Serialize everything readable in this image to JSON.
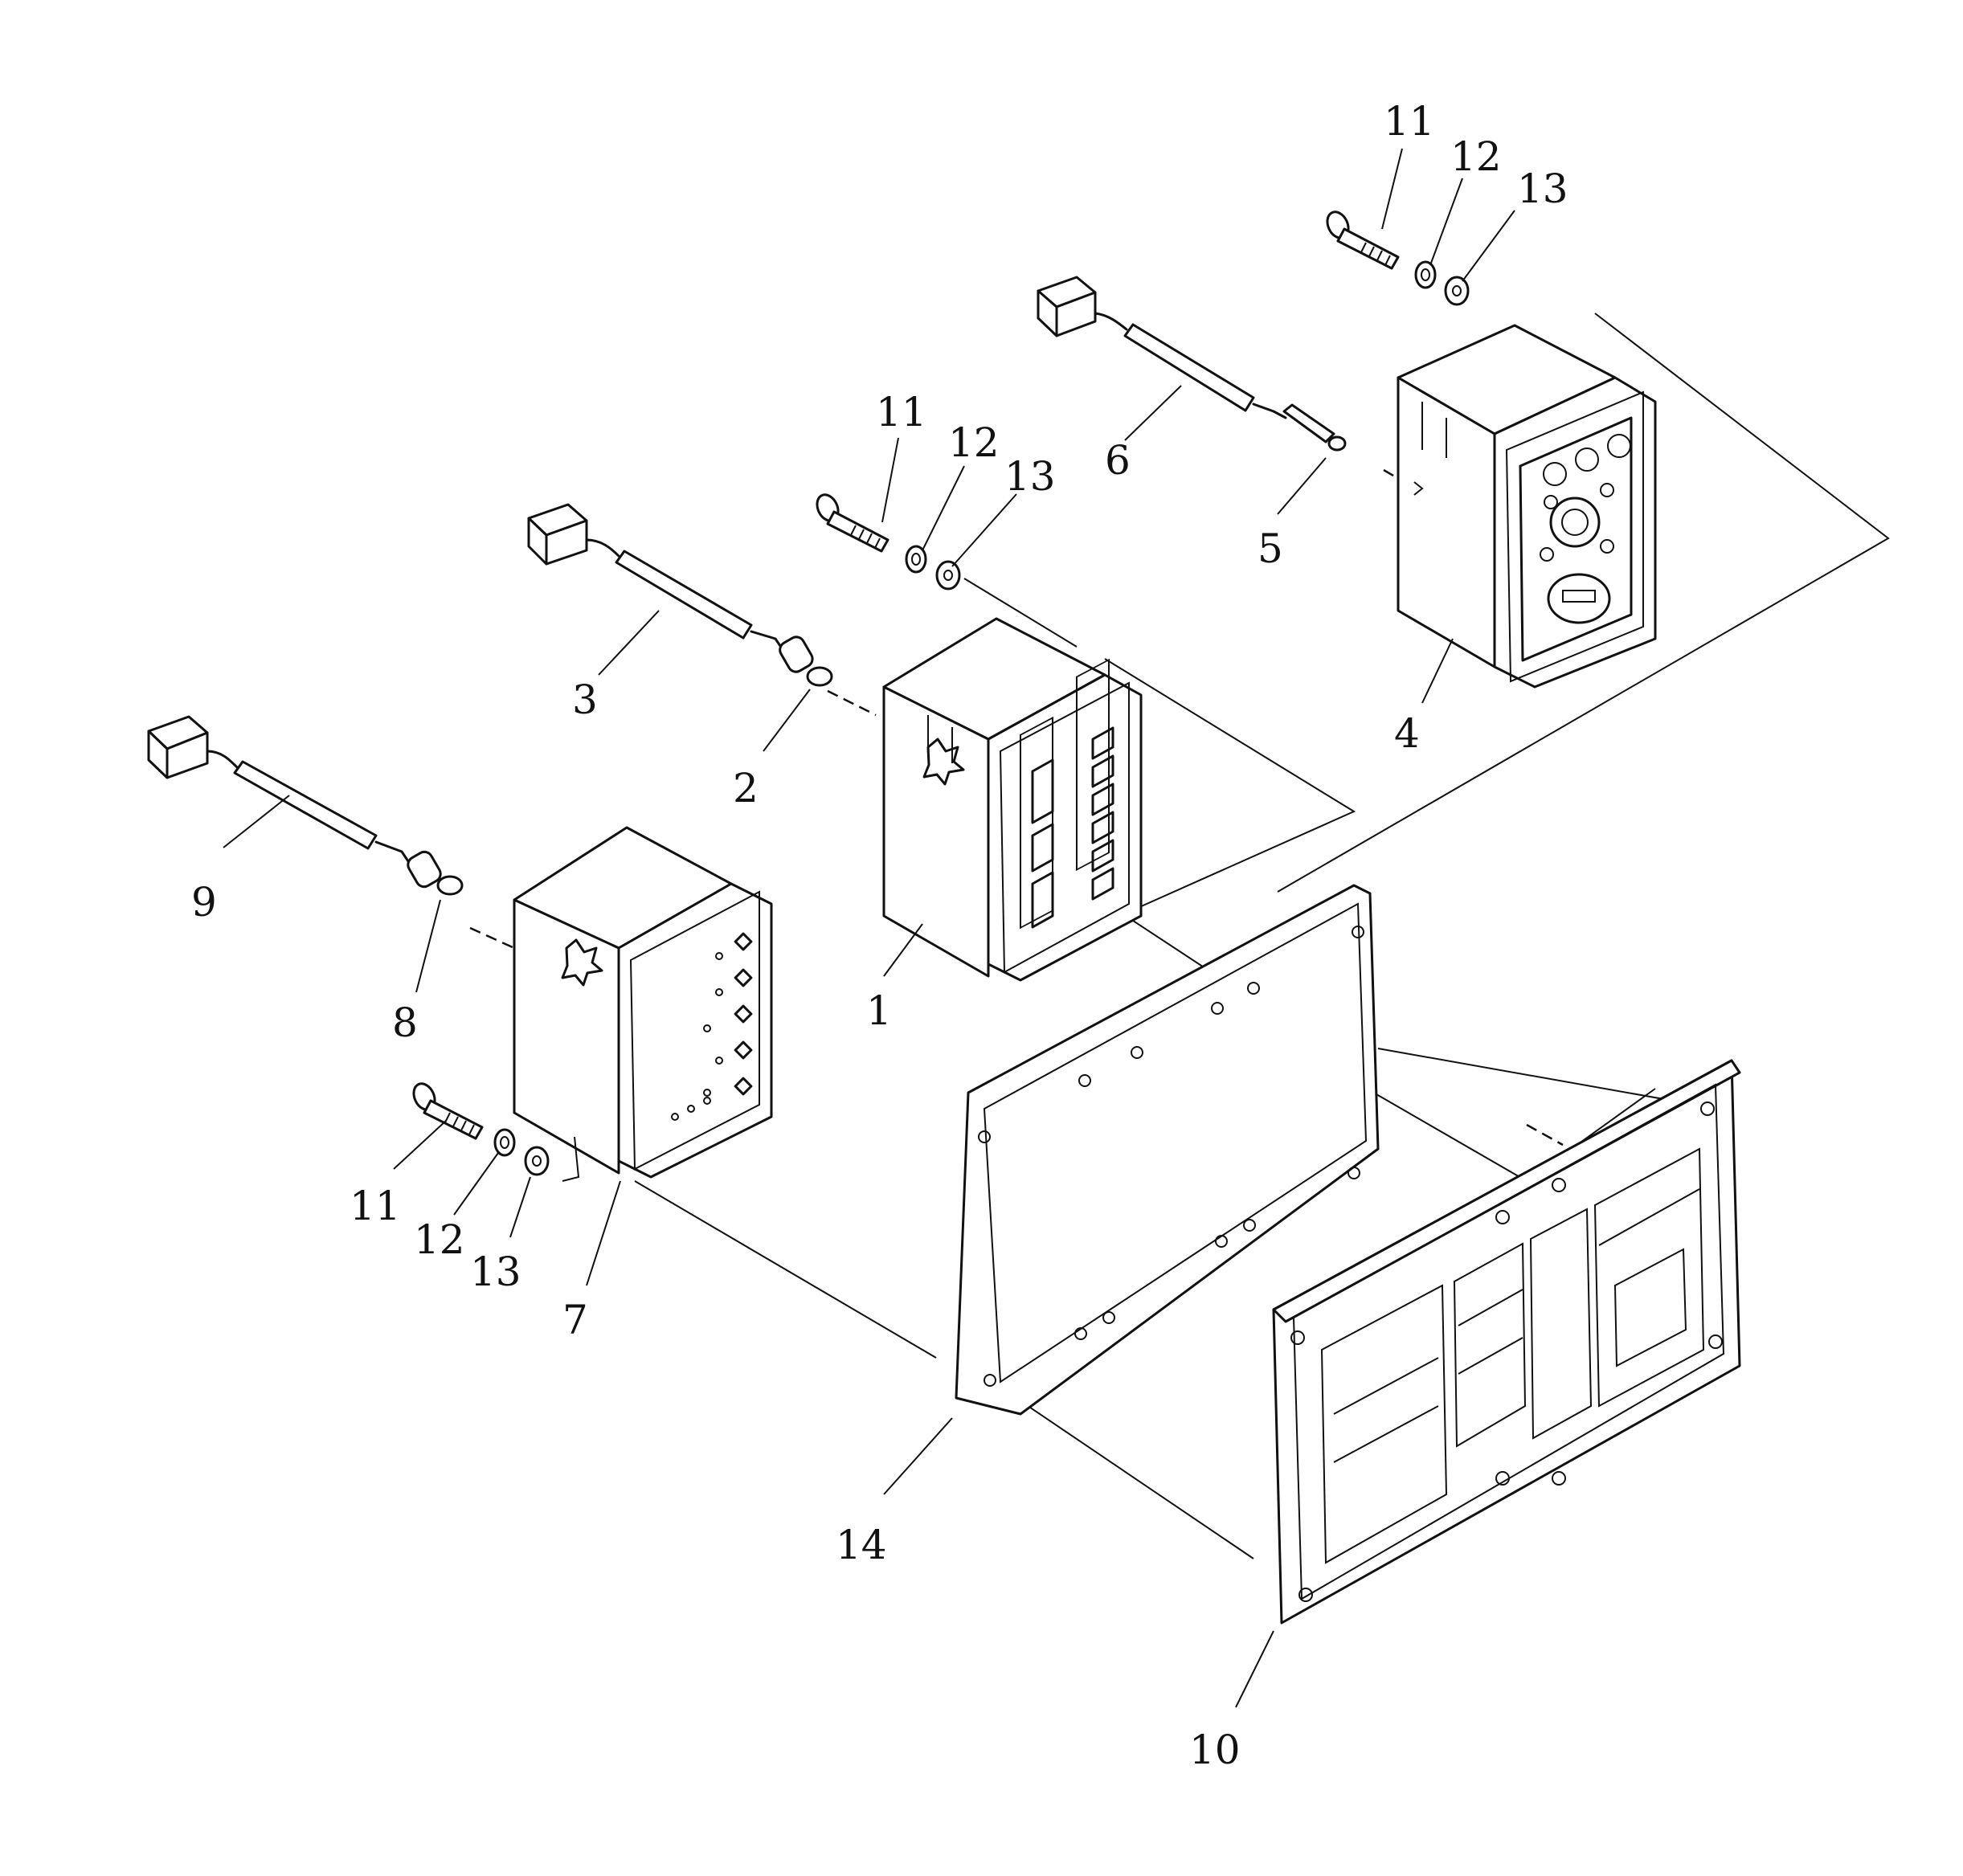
{
  "callouts": {
    "c1": "1",
    "c2": "2",
    "c3": "3",
    "c4": "4",
    "c5": "5",
    "c6": "6",
    "c7": "7",
    "c8": "8",
    "c9": "9",
    "c10": "10",
    "c11a": "11",
    "c12a": "12",
    "c13a": "13",
    "c11b": "11",
    "c12b": "12",
    "c13b": "13",
    "c11c": "11",
    "c12c": "12",
    "c13c": "13",
    "c14": "14"
  }
}
